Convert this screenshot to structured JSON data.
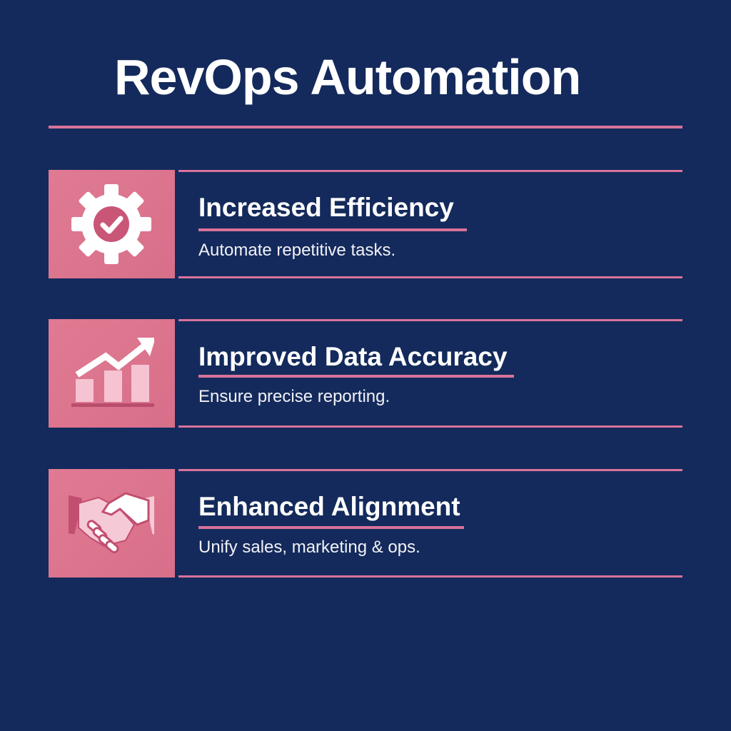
{
  "page": {
    "title": "RevOps Automation",
    "colors": {
      "background": "#142a5c",
      "accent": "#d8739a",
      "icon_box": "#dd768f",
      "text": "#ffffff"
    }
  },
  "features": [
    {
      "icon": "gear-check-icon",
      "heading": "Increased Efficiency",
      "description": "Automate repetitive tasks."
    },
    {
      "icon": "growth-chart-icon",
      "heading": "Improved Data Accuracy",
      "description": "Ensure precise reporting."
    },
    {
      "icon": "handshake-icon",
      "heading": "Enhanced Alignment",
      "description": "Unify sales, marketing & ops."
    }
  ]
}
